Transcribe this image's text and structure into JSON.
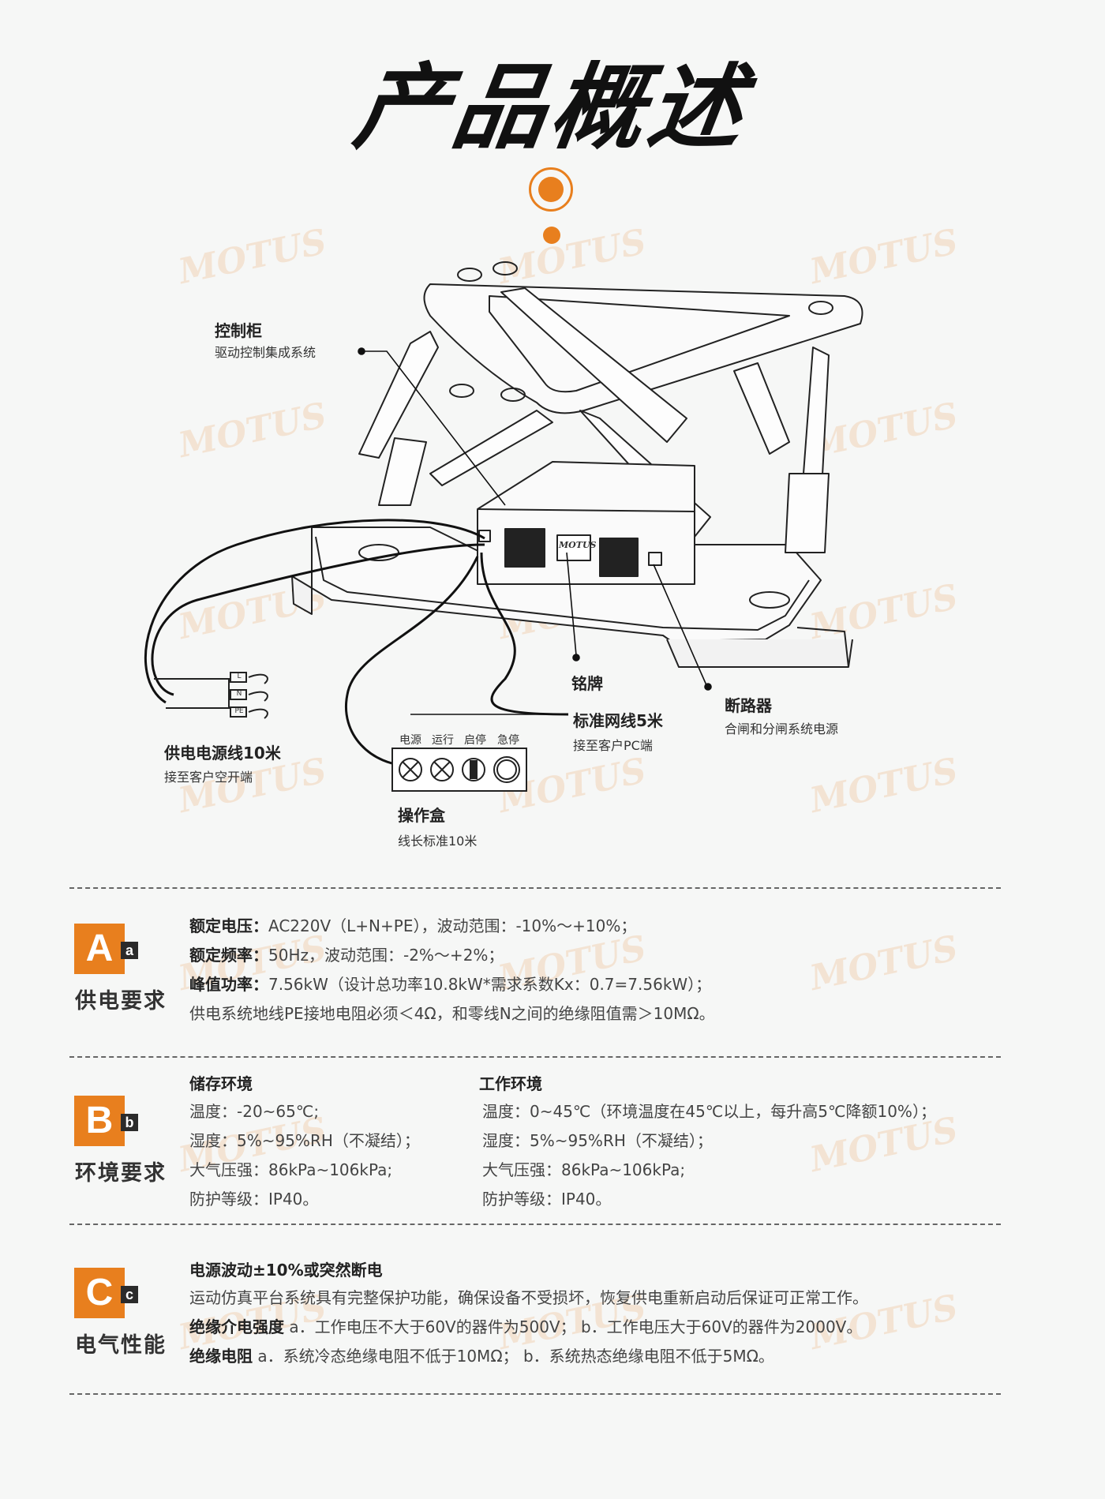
{
  "title": "产品概述",
  "watermark": "MOTUS",
  "diagram": {
    "nameplate_text": "MOTUS",
    "terminals": [
      "L",
      "N",
      "PE"
    ],
    "callouts": {
      "cabinet": {
        "title": "控制柜",
        "desc": "驱动控制集成系统"
      },
      "power_cable": {
        "title": "供电电源线10米",
        "desc": "接至客户空开端"
      },
      "nameplate": {
        "title": "铭牌"
      },
      "network": {
        "title": "标准网线5米",
        "desc": "接至客户PC端"
      },
      "breaker": {
        "title": "断路器",
        "desc": "合闸和分闸系统电源"
      },
      "opbox": {
        "title": "操作盒",
        "desc": "线长标准10米",
        "buttons": [
          "电源",
          "运行",
          "启停",
          "急停"
        ]
      }
    }
  },
  "sections": {
    "a": {
      "big": "A",
      "small": "a",
      "name": "供电要求",
      "lines": [
        {
          "k": "额定电压：",
          "v": "AC220V（L+N+PE），波动范围：-10%～+10%；"
        },
        {
          "k": "额定频率：",
          "v": "50Hz，波动范围：-2%～+2%；"
        },
        {
          "k": "峰值功率：",
          "v": "7.56kW（设计总功率10.8kW*需求系数Kx：0.7=7.56kW）；"
        },
        {
          "k": "",
          "v": "供电系统地线PE接地电阻必须＜4Ω，和零线N之间的绝缘阻值需＞10MΩ。"
        }
      ]
    },
    "b": {
      "big": "B",
      "small": "b",
      "name": "环境要求",
      "storage": {
        "head": "储存环境",
        "lines": [
          "温度：-20~65℃;",
          "湿度：5%~95%RH（不凝结）；",
          "大气压强：86kPa~106kPa;",
          "防护等级：IP40。"
        ]
      },
      "work": {
        "head": "工作环境",
        "lines": [
          "温度：0~45℃（环境温度在45℃以上，每升高5℃降额10%）；",
          "湿度：5%~95%RH（不凝结）；",
          "大气压强：86kPa~106kPa;",
          "防护等级：IP40。"
        ]
      }
    },
    "c": {
      "big": "C",
      "small": "c",
      "name": "电气性能",
      "head": "电源波动±10%或突然断电",
      "line1": "运动仿真平台系统具有完整保护功能，确保设备不受损坏，恢复供电重新启动后保证可正常工作。",
      "line2": {
        "k": "绝缘介电强度",
        "v": " a．工作电压不大于60V的器件为500V； b．工作电压大于60V的器件为2000V。"
      },
      "line3": {
        "k": "绝缘电阻",
        "v": " a．系统冷态绝缘电阻不低于10MΩ； b．系统热态绝缘电阻不低于5MΩ。"
      }
    }
  },
  "colors": {
    "accent": "#e87f1e",
    "dark": "#2b2b2b"
  }
}
